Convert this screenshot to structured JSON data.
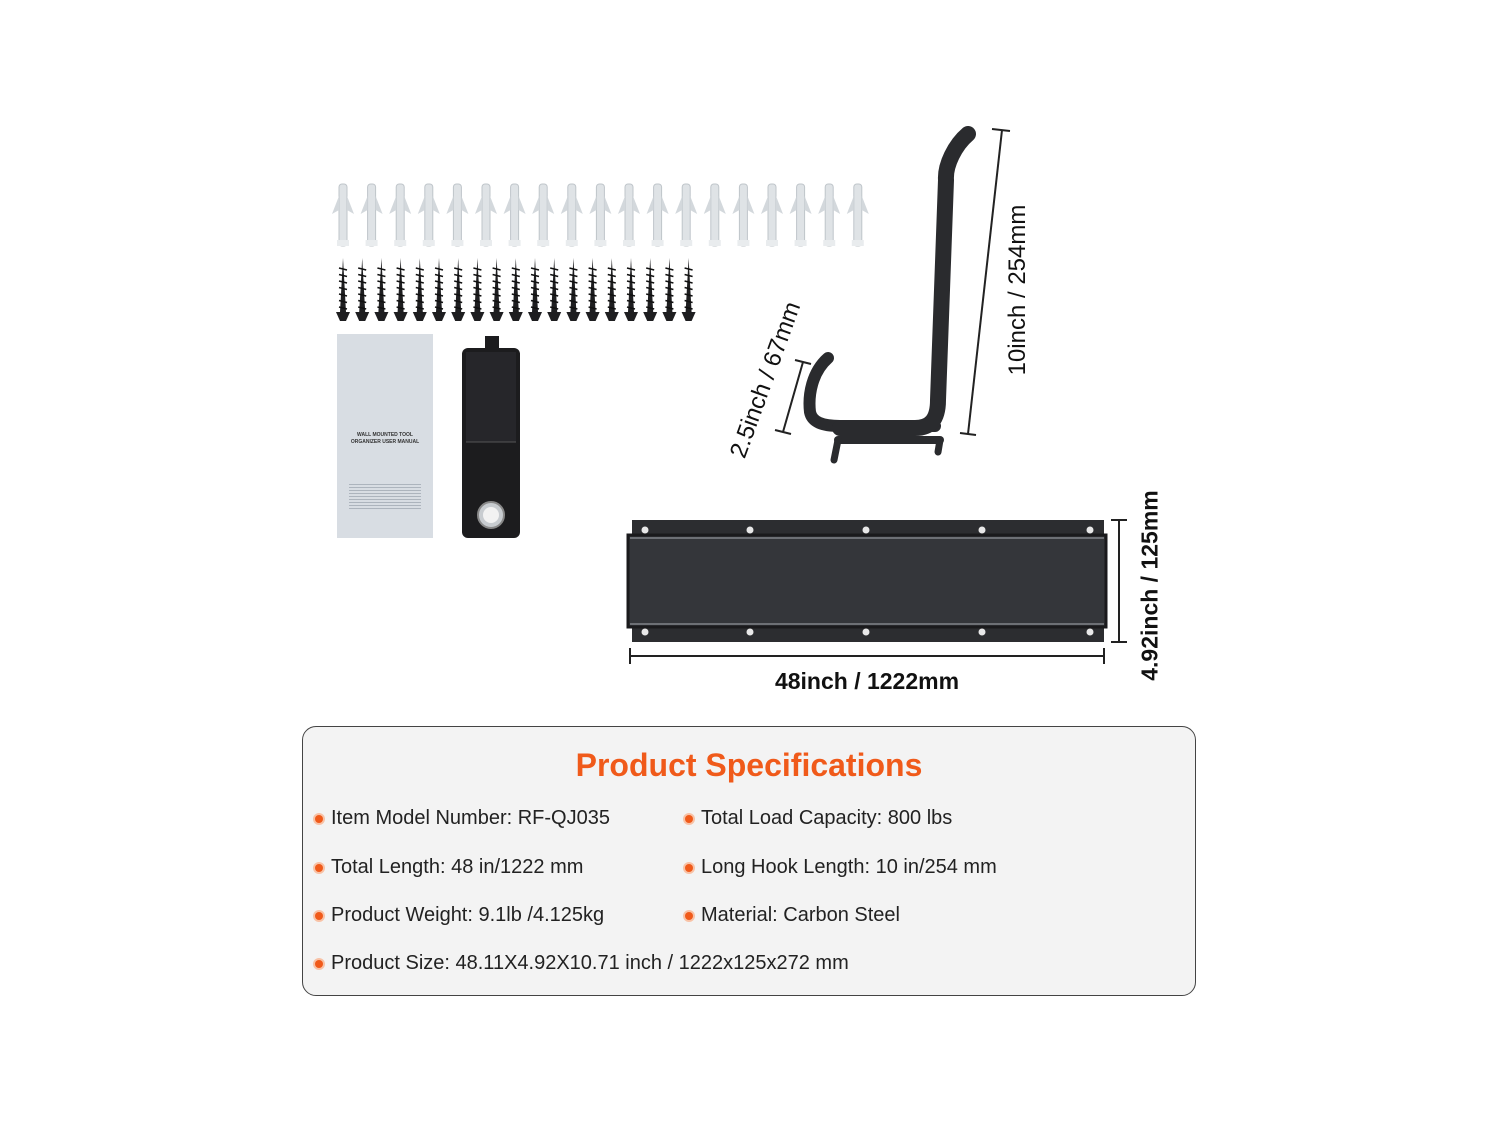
{
  "colors": {
    "accent": "#f05a1a",
    "bullet_ring": "#f8c2a6",
    "panel_bg": "#f3f3f3",
    "metal": "#2a2b2e"
  },
  "dimensions": {
    "long_hook": "10inch / 254mm",
    "short_hook": "2.5inch / 67mm",
    "rail_length": "48inch / 1222mm",
    "rail_height": "4.92inch / 125mm"
  },
  "manual": {
    "title": "WALL MOUNTED TOOL ORGANIZER USER MANUAL"
  },
  "specs": {
    "title": "Product Specifications",
    "items": [
      "Item Model Number: RF-QJ035",
      "Total Load Capacity: 800 lbs",
      "Total Length: 48 in/1222 mm",
      "Long Hook Length: 10 in/254 mm",
      "Product Weight: 9.1lb /4.125kg",
      "Material: Carbon Steel",
      "Product Size: 48.11X4.92X10.71 inch / 1222x125x272 mm"
    ]
  },
  "icons": [
    "wall-anchor-icon",
    "screw-icon",
    "hook-icon",
    "rail-icon",
    "strap-icon"
  ]
}
